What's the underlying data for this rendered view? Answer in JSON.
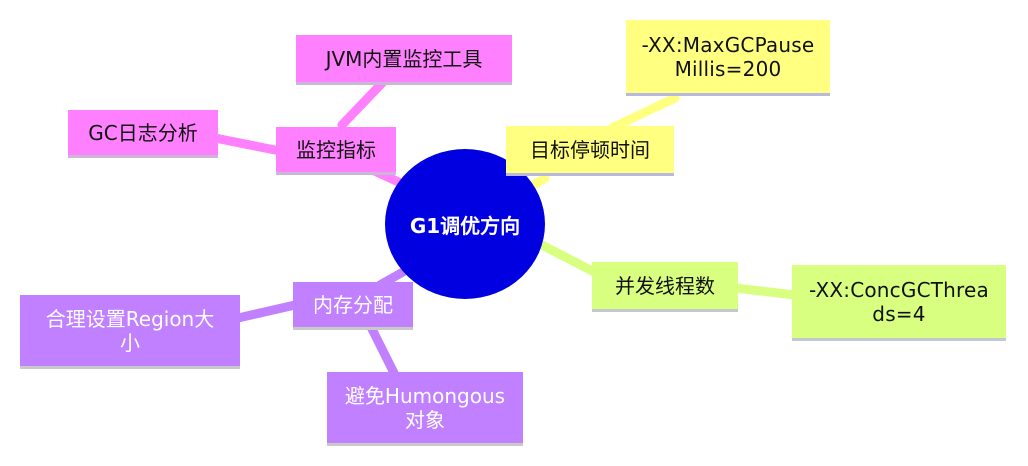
{
  "colors": {
    "root": "#0000e0",
    "monitor": "#ff80ff",
    "pause": "#ffff80",
    "threads": "#d8ff80",
    "memory": "#c080ff"
  },
  "root": {
    "label": "G1调优方向"
  },
  "branches": {
    "monitor": {
      "label": "监控指标",
      "children": [
        "JVM内置监控工具",
        "GC日志分析"
      ]
    },
    "pause": {
      "label": "目标停顿时间",
      "children": [
        "-XX:MaxGCPause Millis=200"
      ],
      "child_lines": [
        "-XX:MaxGCPause",
        "Millis=200"
      ]
    },
    "threads": {
      "label": "并发线程数",
      "children": [
        "-XX:ConcGCThrea ds=4"
      ],
      "child_lines": [
        "-XX:ConcGCThrea",
        "ds=4"
      ]
    },
    "memory": {
      "label": "内存分配",
      "children": [
        "合理设置Region大 小",
        "避免Humongous 对象"
      ],
      "child1_lines": [
        "合理设置Region大",
        "小"
      ],
      "child2_lines": [
        "避免Humongous",
        "对象"
      ]
    }
  }
}
